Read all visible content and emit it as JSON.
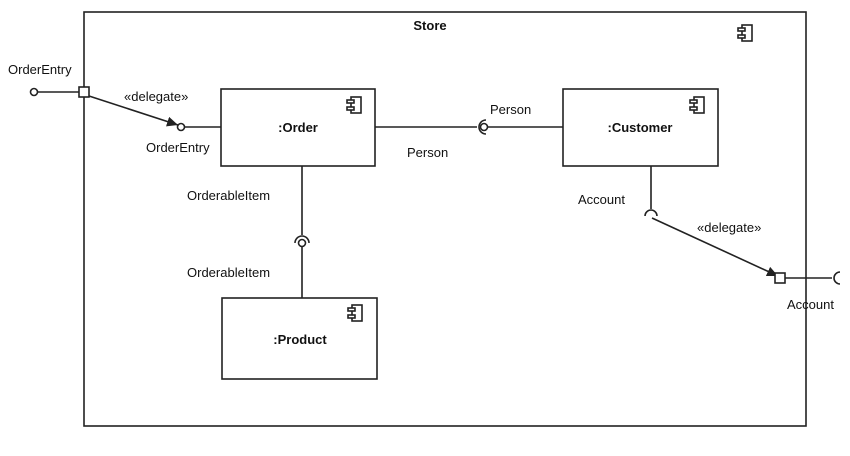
{
  "container": {
    "title": "Store"
  },
  "components": {
    "order": ":Order",
    "customer": ":Customer",
    "product": ":Product"
  },
  "ports": {
    "order_entry_external": "OrderEntry",
    "account_external": "Account"
  },
  "interfaces": {
    "order_entry_internal": "OrderEntry",
    "order_person": "Person",
    "customer_person": "Person",
    "order_orderable": "OrderableItem",
    "product_orderable": "OrderableItem",
    "customer_account": "Account"
  },
  "stereotypes": {
    "delegate_left": "«delegate»",
    "delegate_right": "«delegate»"
  },
  "icons": {
    "component": "component-icon"
  },
  "colors": {
    "stroke": "#222222",
    "background": "#ffffff"
  }
}
